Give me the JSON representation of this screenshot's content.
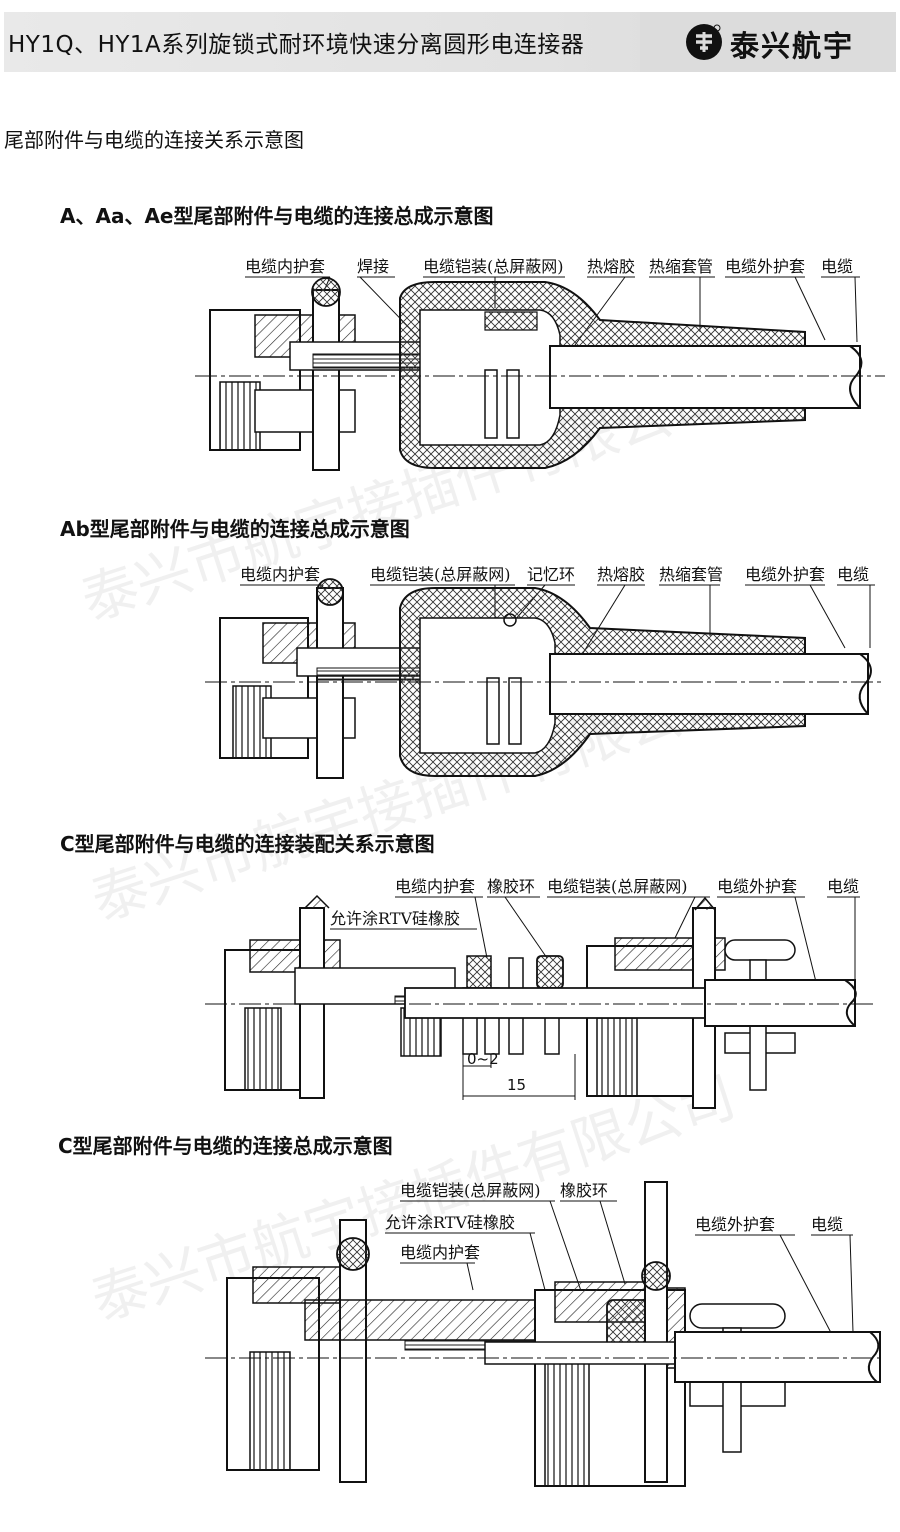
{
  "header": {
    "title": "HY1Q、HY1A系列旋锁式耐环境快速分离圆形电连接器",
    "brand": "泰兴航宇"
  },
  "page_subtitle": "尾部附件与电缆的连接关系示意图",
  "sections": [
    {
      "title": "A、Aa、Ae型尾部附件与电缆的连接总成示意图",
      "labels": [
        "电缆内护套",
        "焊接",
        "电缆铠装(总屏蔽网)",
        "热熔胶",
        "热缩套管",
        "电缆外护套",
        "电缆"
      ]
    },
    {
      "title": "Ab型尾部附件与电缆的连接总成示意图",
      "labels": [
        "电缆内护套",
        "电缆铠装(总屏蔽网)",
        "记忆环",
        "热熔胶",
        "热缩套管",
        "电缆外护套",
        "电缆"
      ]
    },
    {
      "title": "C型尾部附件与电缆的连接装配关系示意图",
      "labels": [
        "电缆内护套",
        "橡胶环",
        "电缆铠装(总屏蔽网)",
        "电缆外护套",
        "电缆",
        "允许涂RTV硅橡胶"
      ],
      "dimensions": [
        "0~2",
        "15"
      ]
    },
    {
      "title": "C型尾部附件与电缆的连接总成示意图",
      "labels": [
        "电缆铠装(总屏蔽网)",
        "橡胶环",
        "允许涂RTV硅橡胶",
        "电缆内护套",
        "电缆外护套",
        "电缆"
      ]
    }
  ],
  "watermark": "泰兴市航宇接插件有限公司"
}
